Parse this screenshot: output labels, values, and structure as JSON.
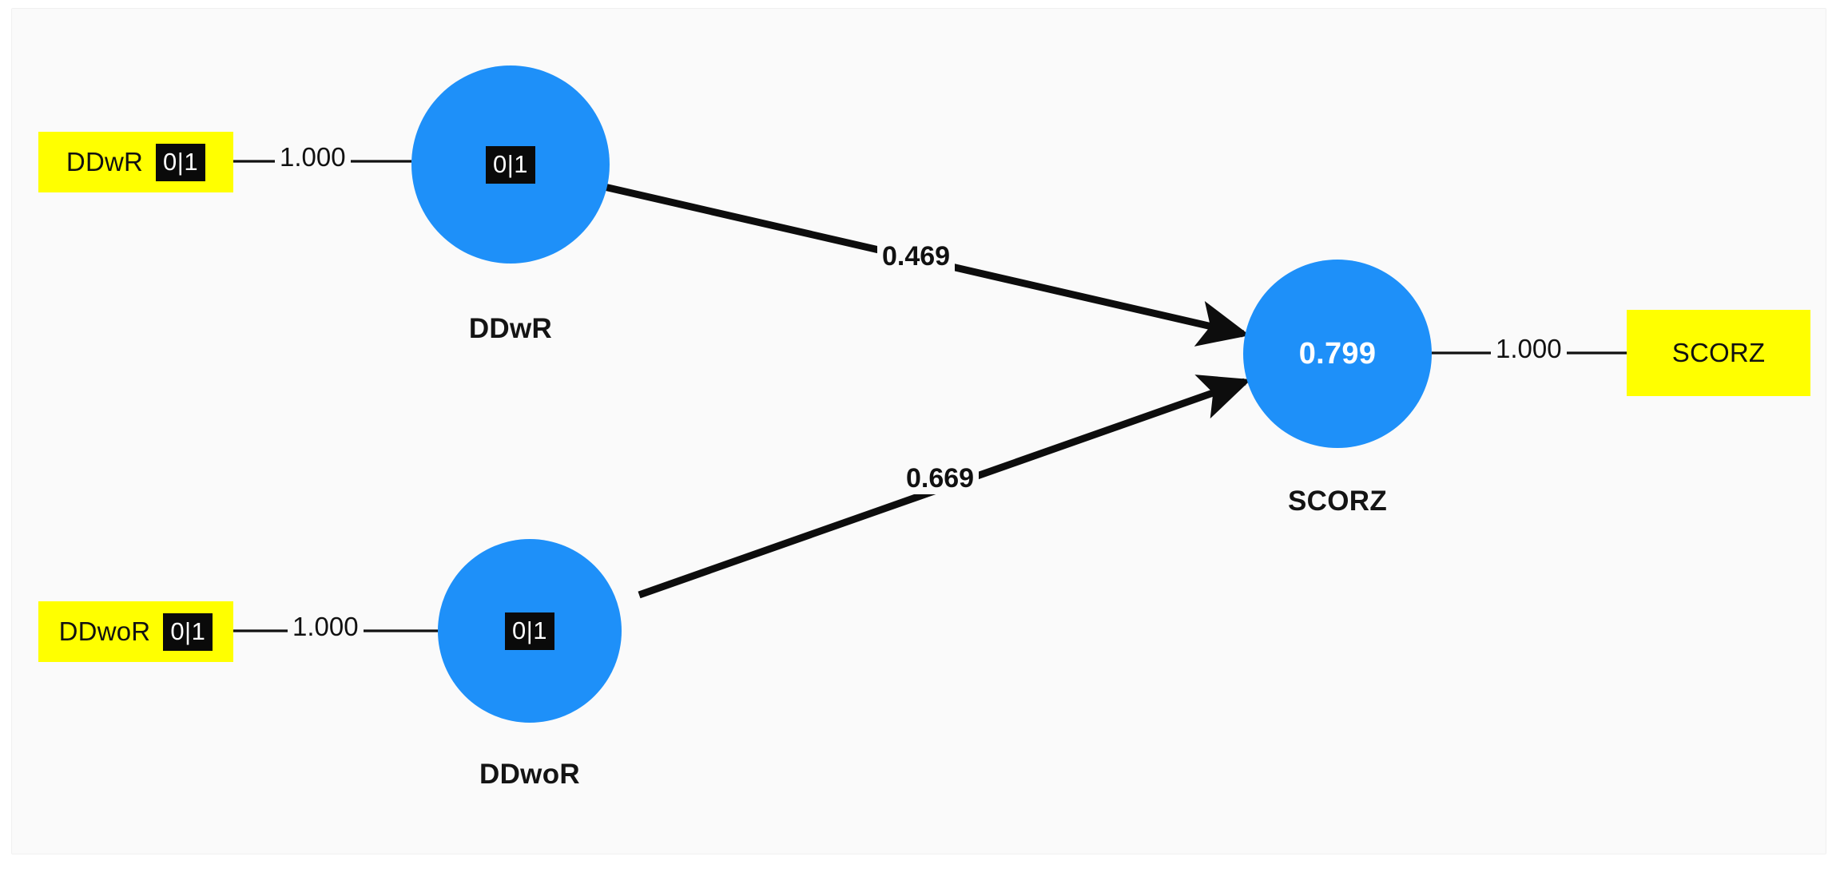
{
  "diagram": {
    "type": "pls-sem-path-model",
    "background": "#fafafa",
    "construct_color": "#1e90f9",
    "indicator_color": "#ffff00",
    "badge_color": "#0a0a0a",
    "edge_color": "#111111"
  },
  "indicators": [
    {
      "id": "ind-ddwr",
      "label": "DDwR",
      "badge": "0|1"
    },
    {
      "id": "ind-ddwor",
      "label": "DDwoR",
      "badge": "0|1"
    },
    {
      "id": "ind-scorz",
      "label": "SCORZ",
      "badge": ""
    }
  ],
  "constructs": [
    {
      "id": "lv-ddwr",
      "name": "DDwR",
      "inner": "0|1",
      "inner_type": "badge"
    },
    {
      "id": "lv-ddwor",
      "name": "DDwoR",
      "inner": "0|1",
      "inner_type": "badge"
    },
    {
      "id": "lv-scorz",
      "name": "SCORZ",
      "inner": "0.799",
      "inner_type": "r2"
    }
  ],
  "loadings": [
    {
      "id": "load-ddwr",
      "from": "ind-ddwr",
      "to": "lv-ddwr",
      "value": "1.000"
    },
    {
      "id": "load-ddwor",
      "from": "ind-ddwor",
      "to": "lv-ddwor",
      "value": "1.000"
    },
    {
      "id": "load-scorz",
      "from": "lv-scorz",
      "to": "ind-scorz",
      "value": "1.000"
    }
  ],
  "paths": [
    {
      "id": "path-ddwr-scorz",
      "from": "lv-ddwr",
      "to": "lv-scorz",
      "value": "0.469"
    },
    {
      "id": "path-ddwor-scorz",
      "from": "lv-ddwor",
      "to": "lv-scorz",
      "value": "0.669"
    }
  ],
  "chart_data": {
    "type": "diagram",
    "title": "",
    "nodes": [
      {
        "name": "DDwR",
        "kind": "indicator",
        "value": "0|1"
      },
      {
        "name": "DDwoR",
        "kind": "indicator",
        "value": "0|1"
      },
      {
        "name": "SCORZ",
        "kind": "indicator",
        "value": ""
      },
      {
        "name": "DDwR",
        "kind": "construct",
        "value": "0|1"
      },
      {
        "name": "DDwoR",
        "kind": "construct",
        "value": "0|1"
      },
      {
        "name": "SCORZ",
        "kind": "construct",
        "value": "0.799",
        "metric": "R2"
      }
    ],
    "edges": [
      {
        "source": "DDwR (indicator)",
        "target": "DDwR (construct)",
        "value": 1.0,
        "kind": "loading",
        "directed": false
      },
      {
        "source": "DDwoR (indicator)",
        "target": "DDwoR (construct)",
        "value": 1.0,
        "kind": "loading",
        "directed": false
      },
      {
        "source": "SCORZ (construct)",
        "target": "SCORZ (indicator)",
        "value": 1.0,
        "kind": "loading",
        "directed": false
      },
      {
        "source": "DDwR (construct)",
        "target": "SCORZ (construct)",
        "value": 0.469,
        "kind": "path",
        "directed": true
      },
      {
        "source": "DDwoR (construct)",
        "target": "SCORZ (construct)",
        "value": 0.669,
        "kind": "path",
        "directed": true
      }
    ]
  }
}
